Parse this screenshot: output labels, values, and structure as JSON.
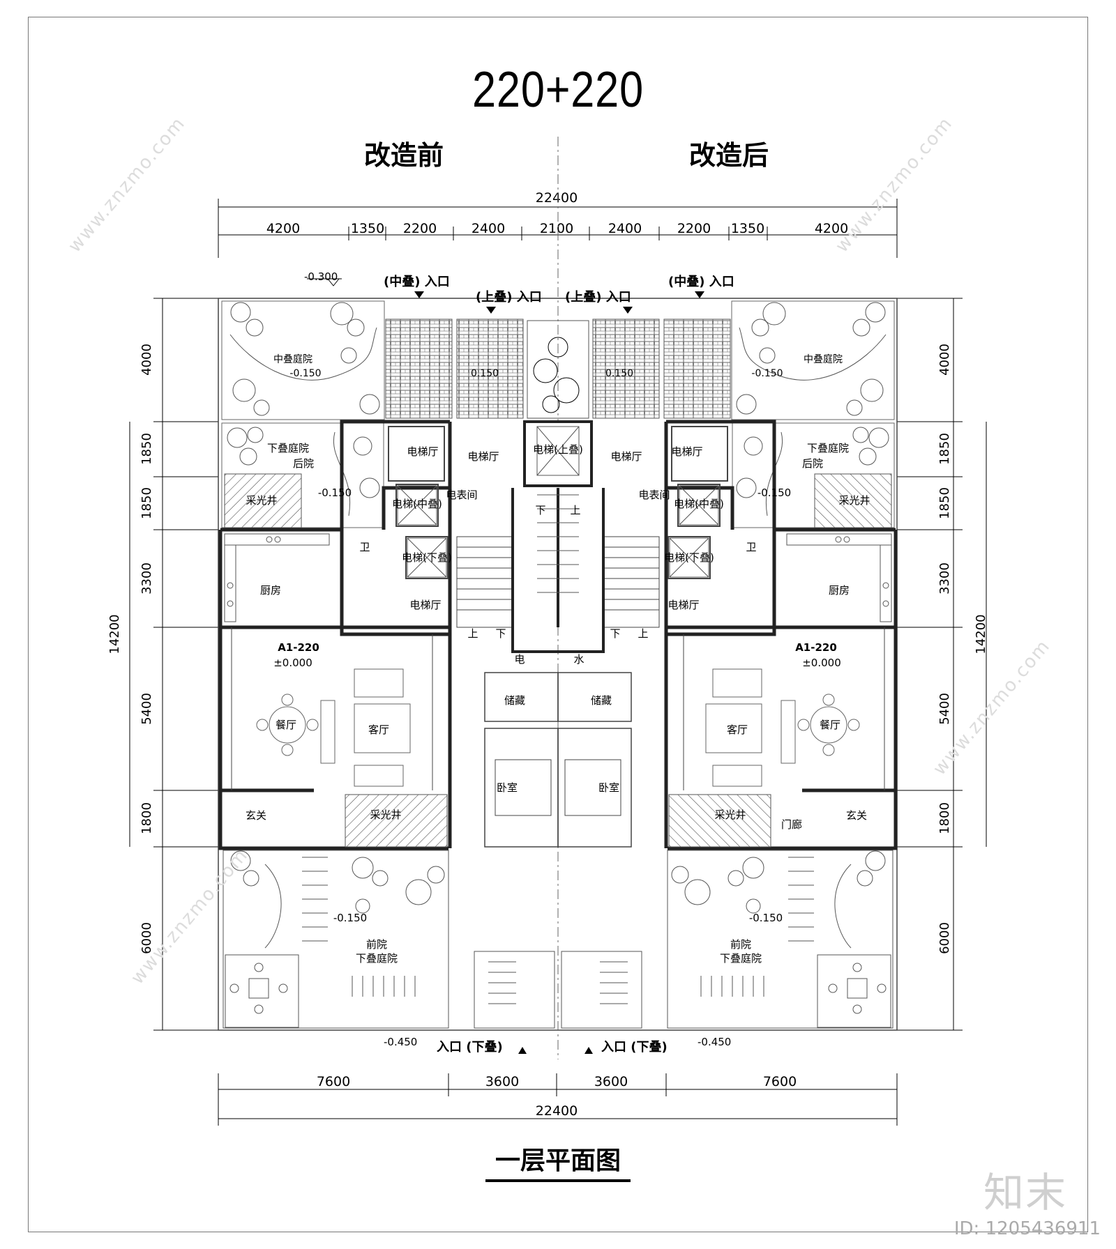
{
  "title": "220+220",
  "left_label": "改造前",
  "right_label": "改造后",
  "plan_title": "一层平面图",
  "dims": {
    "top_total": "22400",
    "top_segments": [
      "4200",
      "1350",
      "2200",
      "2400",
      "2100",
      "2400",
      "2200",
      "1350",
      "4200"
    ],
    "bottom_segments": [
      "7600",
      "3600",
      "3600",
      "7600"
    ],
    "bottom_total": "22400",
    "left_vertical": [
      "4000",
      "1850",
      "1850",
      "3300",
      "5400",
      "1800",
      "6000"
    ],
    "right_vertical": [
      "4000",
      "1850",
      "1850",
      "3300",
      "5400",
      "1800",
      "6000"
    ],
    "side_total": "14200"
  },
  "entrances": {
    "mid_entry": "(中叠) 入口",
    "up_entry": "(上叠) 入口",
    "down_entry": "入口 (下叠)"
  },
  "levels": {
    "n0300": "-0.300",
    "n0150": "-0.150",
    "n0150b": "0.150",
    "n0450": "-0.450",
    "zero": "±0.000"
  },
  "rooms": {
    "mid_yard": "中叠庭院",
    "lower_back_yard_1": "下叠庭院",
    "lower_back_yard_2": "后院",
    "skylight": "采光井",
    "elevator_hall": "电梯厅",
    "elevator_up": "电梯\n(上叠)",
    "elevator_mid": "电梯\n(中叠)",
    "elevator_down": "电梯\n(下叠)",
    "meter_room": "电表间",
    "bath": "卫",
    "kitchen": "厨房",
    "unit": "A1-220",
    "dining": "餐厅",
    "living": "客厅",
    "storage": "储藏",
    "bedroom": "卧室",
    "foyer": "玄关",
    "porch": "门廊",
    "front_yard_1": "前院",
    "front_yard_2": "下叠庭院",
    "elec": "电",
    "water": "水",
    "down": "下",
    "up": "上"
  },
  "watermark": {
    "brand": "知末",
    "id": "ID: 1205436911",
    "site": "www.znzmo.com"
  }
}
